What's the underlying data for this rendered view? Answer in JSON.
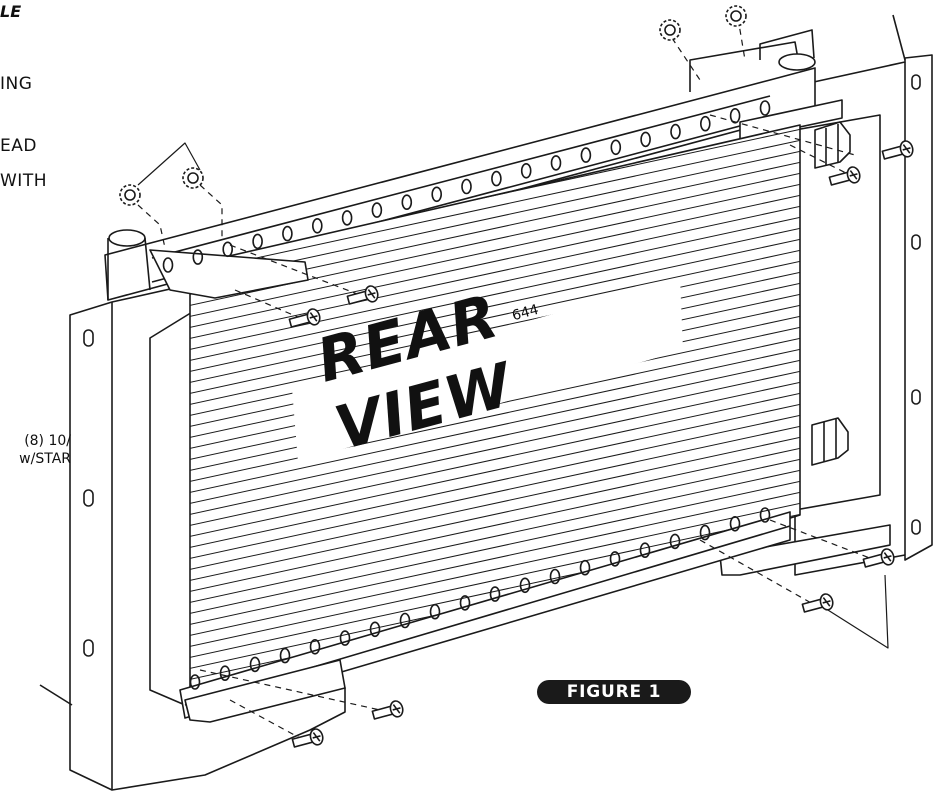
{
  "page": {
    "header_fragment": "LE",
    "step_lines": [
      "ING",
      "EAD",
      "WITH"
    ],
    "callout_lines": [
      "(8) 10/",
      "w/STAR"
    ]
  },
  "diagram": {
    "view_label": "REAR VIEW",
    "figure_label": "FIGURE 1",
    "part_fragment": "644",
    "icons": [
      "screw-icon",
      "star-washer-icon",
      "bolt-fitting-icon",
      "mounting-bracket"
    ]
  }
}
